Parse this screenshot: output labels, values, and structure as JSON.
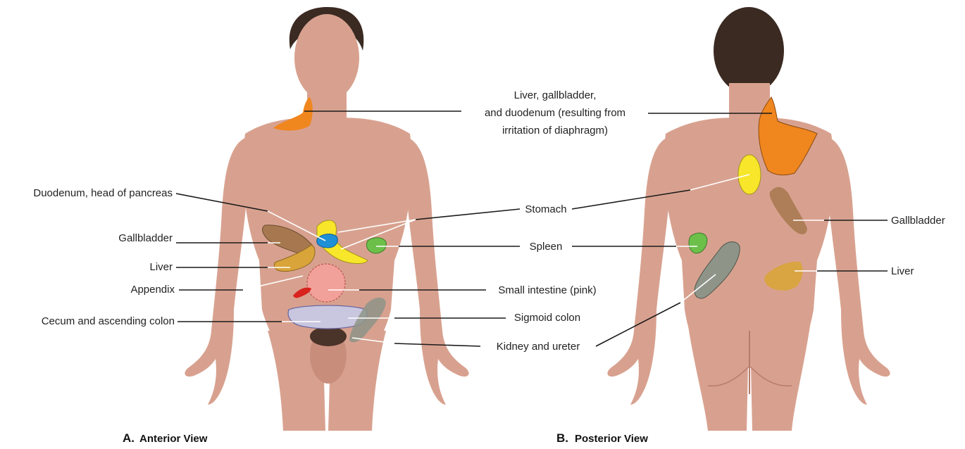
{
  "captions": {
    "anterior": {
      "letter": "A.",
      "text": "Anterior View"
    },
    "posterior": {
      "letter": "B.",
      "text": "Posterior View"
    }
  },
  "labels": {
    "diaphragm": [
      "Liver, gallbladder,",
      "and duodenum (resulting from",
      "irritation of diaphragm)"
    ],
    "duodenum_pancreas": "Duodenum, head of pancreas",
    "gallbladder_a": "Gallbladder",
    "liver_a": "Liver",
    "appendix": "Appendix",
    "cecum": "Cecum and ascending colon",
    "stomach": "Stomach",
    "spleen": "Spleen",
    "small_intestine": "Small intestine (pink)",
    "sigmoid": "Sigmoid colon",
    "kidney": "Kidney and ureter",
    "gallbladder_b": "Gallbladder",
    "liver_b": "Liver"
  },
  "colors": {
    "diaphragm": "#f0861e",
    "stomach": "#f7e62a",
    "duodenum": "#1f8fd6",
    "gallbladder": "#a7784f",
    "liver": "#d9a43a",
    "spleen": "#6cc04a",
    "small_intestine": "#f2a19a",
    "appendix": "#d8231e",
    "colon": "#c9c6df",
    "kidney": "#8e9488"
  }
}
